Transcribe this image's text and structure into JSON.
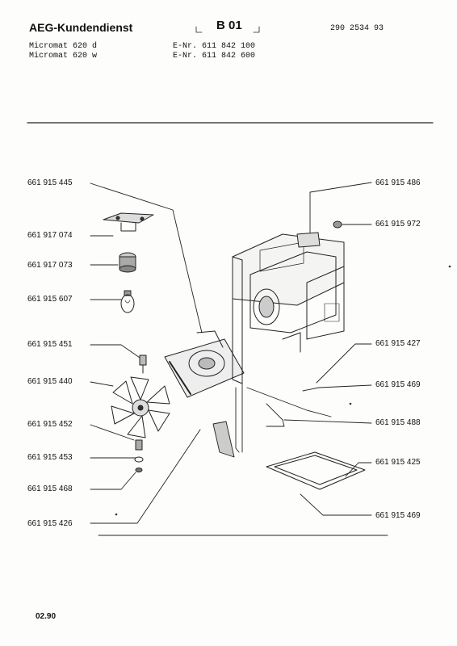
{
  "header": {
    "brand": "AEG-Kundendienst",
    "sheet_code": "B 01",
    "document_number": "290 2534 93"
  },
  "models": [
    {
      "name": "Micromat 620 d",
      "enr": "E-Nr. 611 842 100"
    },
    {
      "name": "Micromat 620 w",
      "enr": "E-Nr. 611 842 600"
    }
  ],
  "left_parts": [
    "661 915 445",
    "661 917 074",
    "661 917 073",
    "661 915 607",
    "661 915 451",
    "661 915 440",
    "661 915 452",
    "661 915 453",
    "661 915 468",
    "661 915 426"
  ],
  "right_parts": [
    "661 915 486",
    "661 915 972",
    "661 915 427",
    "661 915 469",
    "661 915 488",
    "661 915 425",
    "661 915 469"
  ],
  "footer": {
    "date": "02.90"
  }
}
